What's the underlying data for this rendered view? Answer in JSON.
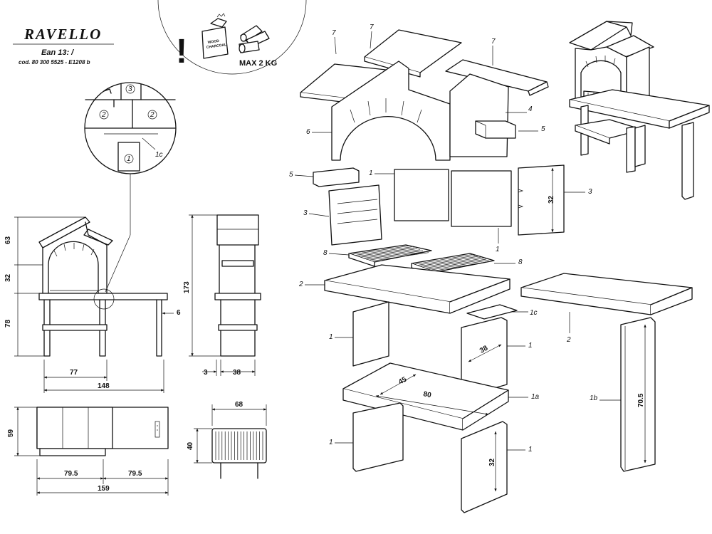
{
  "header": {
    "title": "RAVELLO",
    "ean": "Ean 13:  /",
    "code": "cod. 80 300 5525 - E1208 b"
  },
  "warning": {
    "symbol": "!",
    "bag_text": [
      "WOOD",
      "CHARCOAL"
    ],
    "max_load": "MAX 2 KG"
  },
  "detail": {
    "labels": [
      "3",
      "2",
      "2",
      "1",
      "1c"
    ]
  },
  "front_view": {
    "heights": [
      "63",
      "32",
      "78"
    ],
    "side_gap": "6",
    "widths": [
      "77",
      "148"
    ]
  },
  "side_view": {
    "height": "173",
    "widths": [
      "3",
      "38"
    ]
  },
  "plan_view": {
    "depth": "59",
    "widths": [
      "79.5",
      "79.5",
      "159"
    ]
  },
  "grill_view": {
    "width": "68",
    "depth": "40"
  },
  "exploded": {
    "part_labels": [
      "7",
      "7",
      "7",
      "4",
      "5",
      "6",
      "5",
      "1",
      "3",
      "3",
      "1",
      "8",
      "8",
      "2",
      "1c",
      "1",
      "1",
      "2",
      "1a",
      "1b",
      "1",
      "1"
    ],
    "dimensions": [
      "32",
      "38",
      "45",
      "80",
      "70.5",
      "32"
    ]
  }
}
